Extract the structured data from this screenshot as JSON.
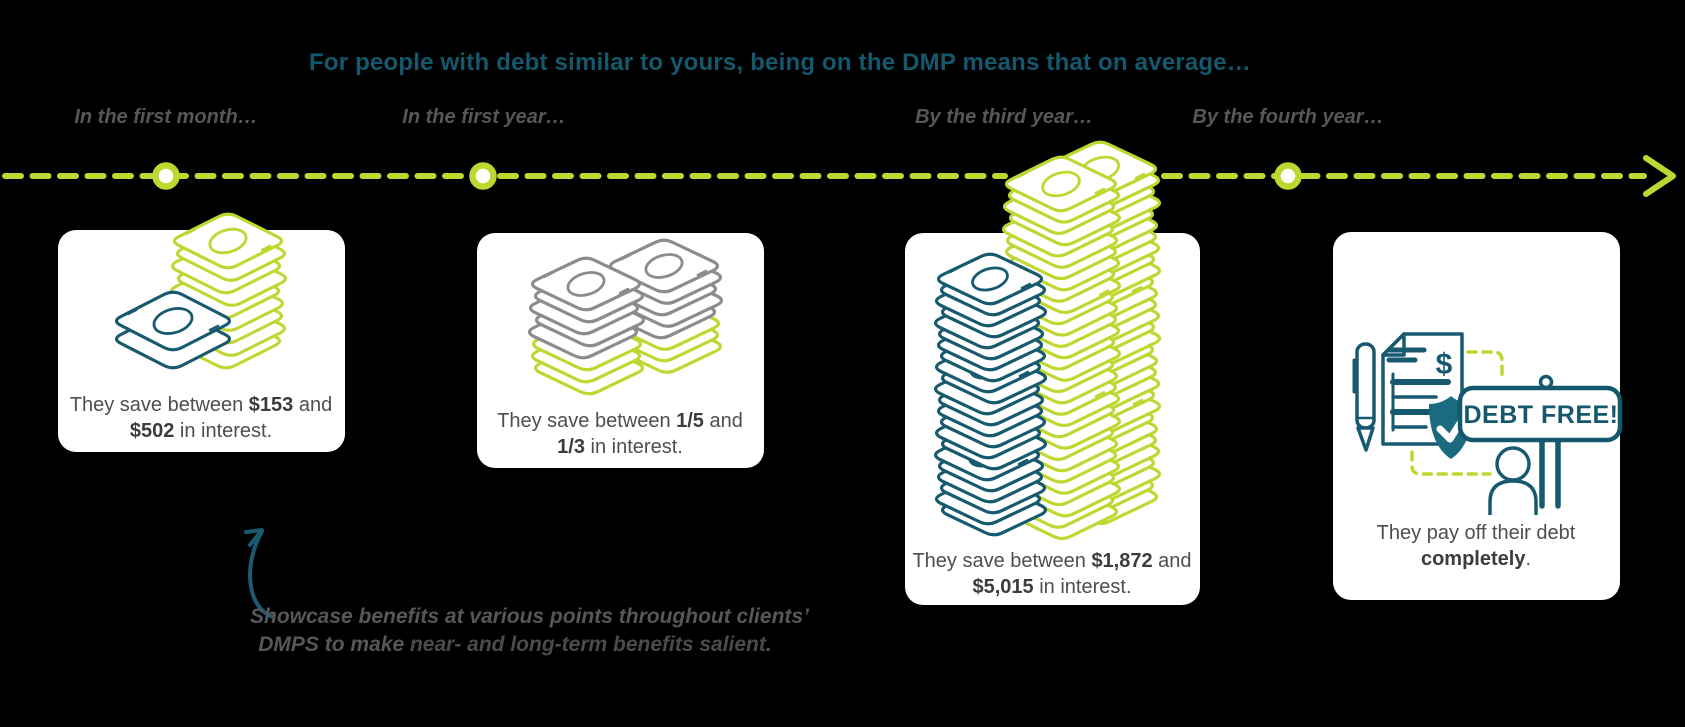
{
  "title": "For people with debt similar to yours, being on the DMP means that on average…",
  "timeline": {
    "labels": [
      "In the first month…",
      "In the first year…",
      "By the third year…",
      "By the fourth year…"
    ]
  },
  "cards": [
    {
      "l1a": "They save between ",
      "l1b": "$153",
      "l1c": " and",
      "l2a": "$502",
      "l2b": " in interest."
    },
    {
      "l1a": "They save between ",
      "l1b": "1/5",
      "l1c": " and",
      "l2a": "1/3",
      "l2b": " in interest."
    },
    {
      "l1a": "They save between ",
      "l1b": "$1,872",
      "l1c": " and",
      "l2a": "$5,015",
      "l2b": " in interest."
    },
    {
      "l1a": "They pay off their debt",
      "l1b": "",
      "l1c": "",
      "l2a": "completely",
      "l2b": "."
    }
  ],
  "sign": {
    "label": "DEBT FREE!"
  },
  "doc_icon": {
    "dollar": "$"
  },
  "annotation": {
    "line1": "Showcase benefits at various points throughout clients’",
    "line2_pre": "DMPS to make ",
    "line2_bold": "near- and long-term benefits salient",
    "line2_post": "."
  },
  "colors": {
    "background": "#000000",
    "card_bg": "#ffffff",
    "green": "#c1d731",
    "teal": "#175a70",
    "title_teal": "#14586d",
    "gray_bill": "#8a8c8f",
    "text_gray": "#4d4e50",
    "label_gray": "#55575a"
  }
}
